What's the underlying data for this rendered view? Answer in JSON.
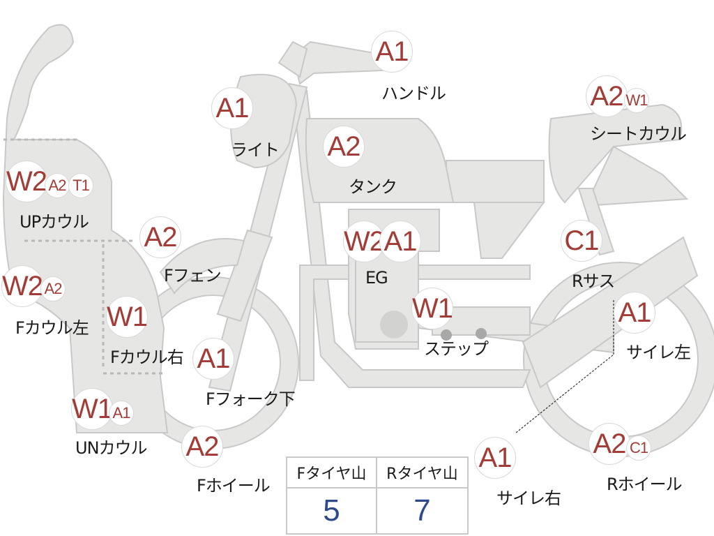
{
  "parts": {
    "handle": {
      "label": "ハンドル",
      "codes": [
        "A1"
      ]
    },
    "light": {
      "label": "ライト",
      "codes": [
        "A1"
      ]
    },
    "tank": {
      "label": "タンク",
      "codes": [
        "A2"
      ]
    },
    "seat_cowl": {
      "label": "シートカウル",
      "codes": [
        "A2",
        "W1"
      ]
    },
    "up_cowl": {
      "label": "UPカウル",
      "codes": [
        "W2",
        "A2",
        "T1"
      ]
    },
    "f_fender": {
      "label": "Fフェン",
      "codes": [
        "A2"
      ]
    },
    "engine": {
      "label": "EG",
      "codes": [
        "W2",
        "A1"
      ]
    },
    "r_sus": {
      "label": "Rサス",
      "codes": [
        "C1"
      ]
    },
    "f_cowl_left": {
      "label": "Fカウル左",
      "codes": [
        "W2",
        "A2"
      ]
    },
    "f_cowl_right": {
      "label": "Fカウル右",
      "codes": [
        "W1"
      ]
    },
    "step": {
      "label": "ステップ",
      "codes": [
        "W1"
      ]
    },
    "muffler_left": {
      "label": "サイレ左",
      "codes": [
        "A1"
      ]
    },
    "f_fork_low": {
      "label": "Fフォーク下",
      "codes": [
        "A1"
      ]
    },
    "un_cowl": {
      "label": "UNカウル",
      "codes": [
        "W1",
        "A1"
      ]
    },
    "f_wheel": {
      "label": "Fホイール",
      "codes": [
        "A2"
      ]
    },
    "muffler_right": {
      "label": "サイレ右",
      "codes": [
        "A1"
      ]
    },
    "r_wheel": {
      "label": "Rホイール",
      "codes": [
        "A2",
        "C1"
      ]
    }
  },
  "tire_table": {
    "front_header": "Fタイヤ山",
    "rear_header": "Rタイヤ山",
    "front_value": "5",
    "rear_value": "7"
  },
  "colors": {
    "part_fill": "#e6e6e4",
    "part_stroke": "#c8c8c8",
    "code_text": "#a23c36",
    "table_value": "#2d4a8a"
  }
}
